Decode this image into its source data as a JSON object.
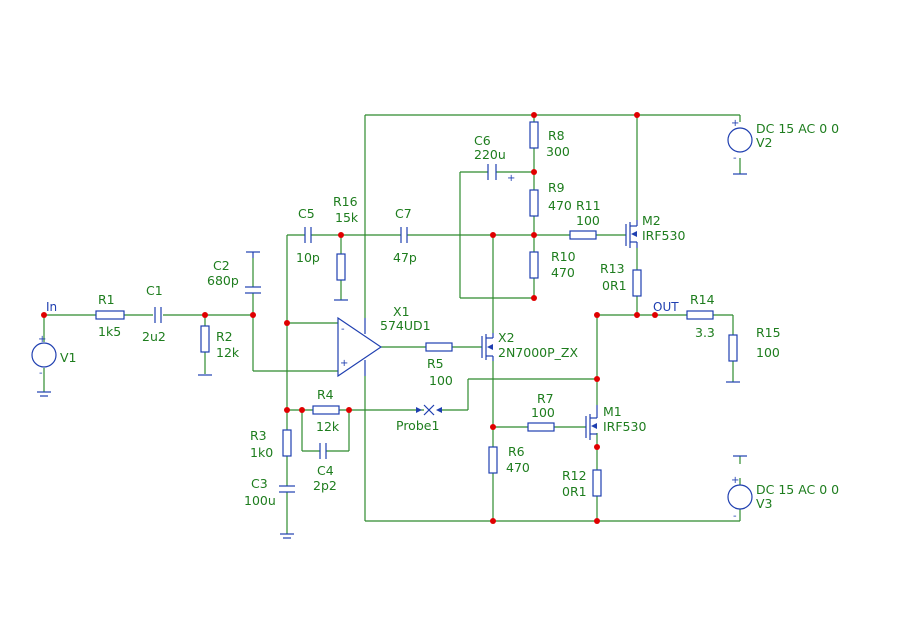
{
  "nets": {
    "in": "In",
    "out": "OUT"
  },
  "probe": "Probe1",
  "sources": {
    "v1": {
      "name": "V1"
    },
    "v2": {
      "name": "V2",
      "value": "DC 15 AC 0 0"
    },
    "v3": {
      "name": "V3",
      "value": "DC 15 AC 0 0"
    }
  },
  "components": {
    "r1": {
      "name": "R1",
      "value": "1k5"
    },
    "c1": {
      "name": "C1",
      "value": "2u2"
    },
    "r2": {
      "name": "R2",
      "value": "12k"
    },
    "c2": {
      "name": "C2",
      "value": "680p"
    },
    "c5": {
      "name": "C5",
      "value": "10p"
    },
    "r16": {
      "name": "R16",
      "value": "15k"
    },
    "c7": {
      "name": "C7",
      "value": "47p"
    },
    "c6": {
      "name": "C6",
      "value": "220u"
    },
    "r8": {
      "name": "R8",
      "value": "300"
    },
    "r9": {
      "name": "R9",
      "value": "470"
    },
    "r11": {
      "name": "R11",
      "value": "100"
    },
    "m2": {
      "name": "M2",
      "value": "IRF530"
    },
    "r10": {
      "name": "R10",
      "value": "470"
    },
    "r13": {
      "name": "R13",
      "value": "0R1"
    },
    "r14": {
      "name": "R14",
      "value": "3.3"
    },
    "r15": {
      "name": "R15",
      "value": "100"
    },
    "x1": {
      "name": "X1",
      "value": "574UD1"
    },
    "x2": {
      "name": "X2",
      "value": "2N7000P_ZX"
    },
    "r5": {
      "name": "R5",
      "value": "100"
    },
    "r4": {
      "name": "R4",
      "value": "12k"
    },
    "c4": {
      "name": "C4",
      "value": "2p2"
    },
    "r3": {
      "name": "R3",
      "value": "1k0"
    },
    "c3": {
      "name": "C3",
      "value": "100u"
    },
    "r7": {
      "name": "R7",
      "value": "100"
    },
    "m1": {
      "name": "M1",
      "value": "IRF530"
    },
    "r6": {
      "name": "R6",
      "value": "470"
    },
    "r12": {
      "name": "R12",
      "value": "0R1"
    }
  }
}
